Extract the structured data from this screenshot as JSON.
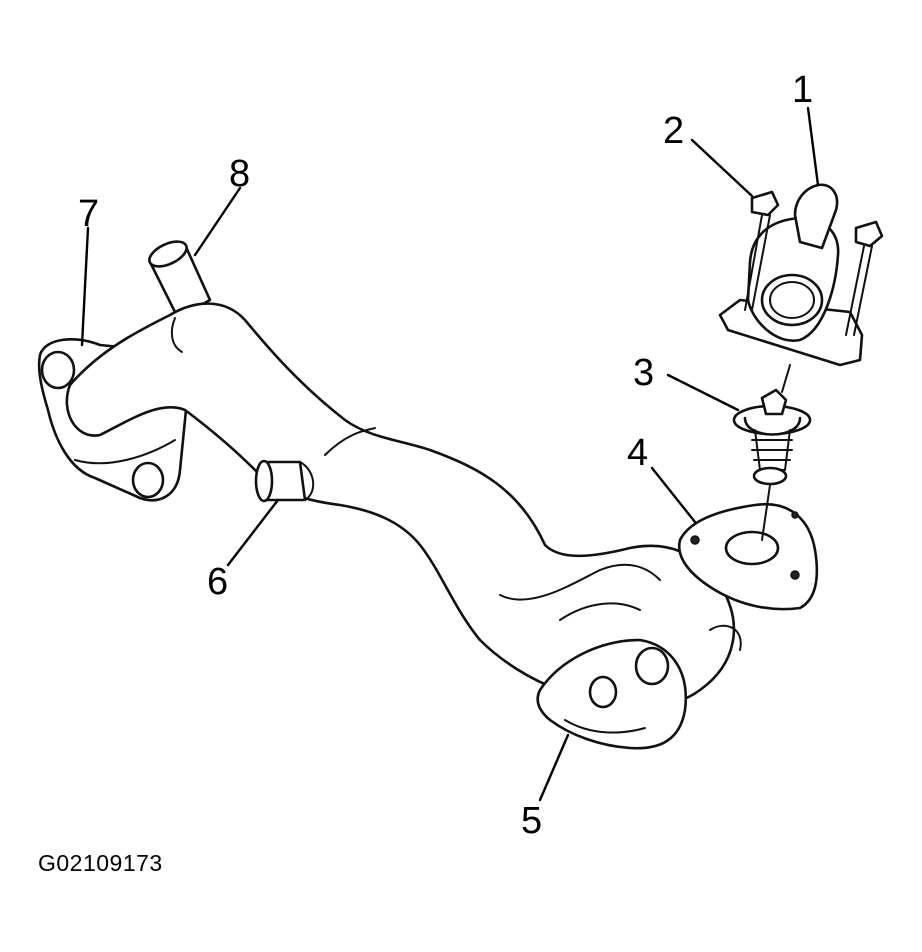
{
  "callouts": [
    {
      "id": "1",
      "label": "1"
    },
    {
      "id": "2",
      "label": "2"
    },
    {
      "id": "3",
      "label": "3"
    },
    {
      "id": "4",
      "label": "4"
    },
    {
      "id": "5",
      "label": "5"
    },
    {
      "id": "6",
      "label": "6"
    },
    {
      "id": "7",
      "label": "7"
    },
    {
      "id": "8",
      "label": "8"
    }
  ],
  "figure_code": "G02109173",
  "colors": {
    "line": "#111111",
    "background": "#ffffff"
  }
}
